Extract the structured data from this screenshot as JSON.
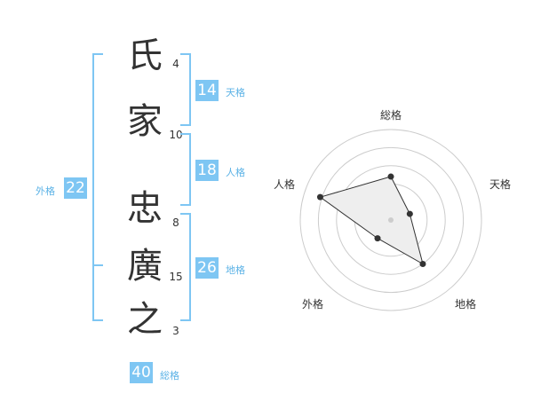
{
  "chars": [
    {
      "char": "氏",
      "strokes": "4"
    },
    {
      "char": "家",
      "strokes": "10"
    },
    {
      "char": "忠",
      "strokes": "8"
    },
    {
      "char": "廣",
      "strokes": "15"
    },
    {
      "char": "之",
      "strokes": "3"
    }
  ],
  "scores": {
    "tenkaku": {
      "value": "14",
      "label": "天格"
    },
    "jinkaku": {
      "value": "18",
      "label": "人格"
    },
    "chikaku": {
      "value": "26",
      "label": "地格"
    },
    "gaikaku": {
      "value": "22",
      "label": "外格"
    },
    "soukaku": {
      "value": "40",
      "label": "総格"
    }
  },
  "radar": {
    "labels": {
      "top": "総格",
      "right": "天格",
      "bottom_right": "地格",
      "bottom_left": "外格",
      "left": "人格"
    },
    "values": {
      "top": 0.48,
      "right": 0.22,
      "bottom_right": 0.6,
      "bottom_left": 0.25,
      "left": 0.82
    },
    "accent": "#7ec6f3",
    "fill": "#eeeeee"
  }
}
